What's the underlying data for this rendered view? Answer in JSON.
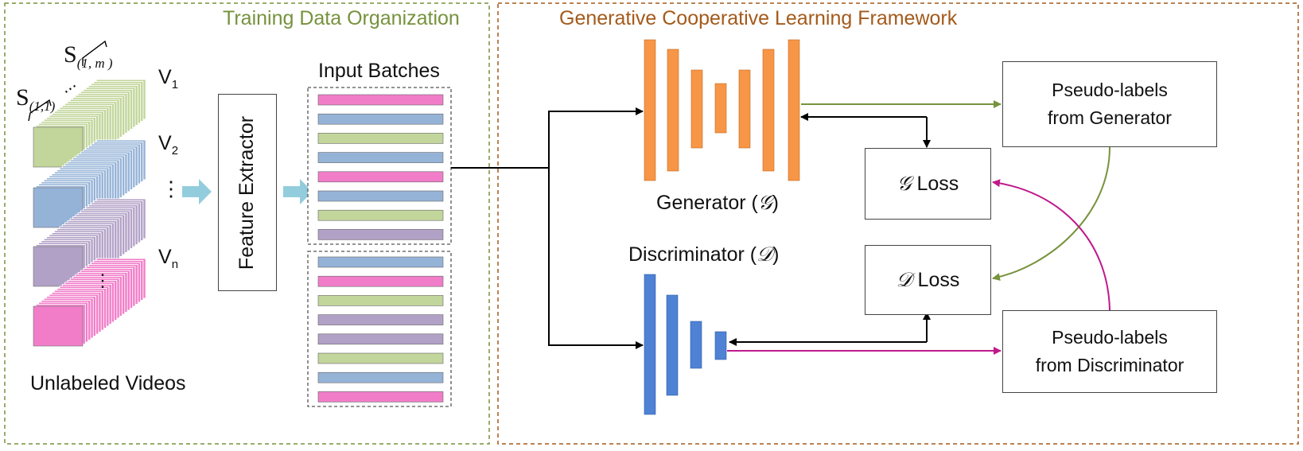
{
  "panels": {
    "training_title": "Training Data Organization",
    "framework_title": "Generative Cooperative Learning Framework"
  },
  "videos": {
    "caption": "Unlabeled Videos",
    "segment_first": "S",
    "segment_first_sub": "(1,1)",
    "segment_last": "S",
    "segment_last_sub": "(1, m )",
    "ellipsis": "...",
    "vertical_dots": "⋮",
    "labels": [
      {
        "base": "V",
        "sub": "1"
      },
      {
        "base": "V",
        "sub": "2"
      },
      {
        "base": "V",
        "sub": "n"
      }
    ],
    "stack_colors": [
      "#c2d69b",
      "#95b3d7",
      "#b2a1c7",
      "#f17dc9"
    ]
  },
  "feature_extractor": {
    "label": "Feature Extractor"
  },
  "input_batches": {
    "label": "Input Batches",
    "batch1": [
      "#f17dc9",
      "#95b3d7",
      "#c2d69b",
      "#95b3d7",
      "#f17dc9",
      "#95b3d7",
      "#c2d69b",
      "#b2a1c7"
    ],
    "batch2": [
      "#95b3d7",
      "#f17dc9",
      "#c2d69b",
      "#b2a1c7",
      "#b2a1c7",
      "#c2d69b",
      "#95b3d7",
      "#f17dc9"
    ]
  },
  "generator": {
    "label": "Generator (",
    "symbol": "𝒢",
    "label_end": ")",
    "color": "#f79646"
  },
  "discriminator": {
    "label": "Discriminator (",
    "symbol": "𝒟",
    "label_end": ")",
    "color": "#4f81d4"
  },
  "losses": {
    "g_symbol": "𝒢",
    "g_text": " Loss",
    "d_symbol": "𝒟",
    "d_text": " Loss"
  },
  "pseudo_labels": {
    "generator": [
      "Pseudo-labels",
      "from Generator"
    ],
    "discriminator": [
      "Pseudo-labels",
      "from Discriminator"
    ]
  },
  "colors": {
    "green_arrow": "#77933c",
    "magenta_arrow": "#c0198c",
    "training_border": "#76923c",
    "framework_border": "#a45a1b"
  }
}
